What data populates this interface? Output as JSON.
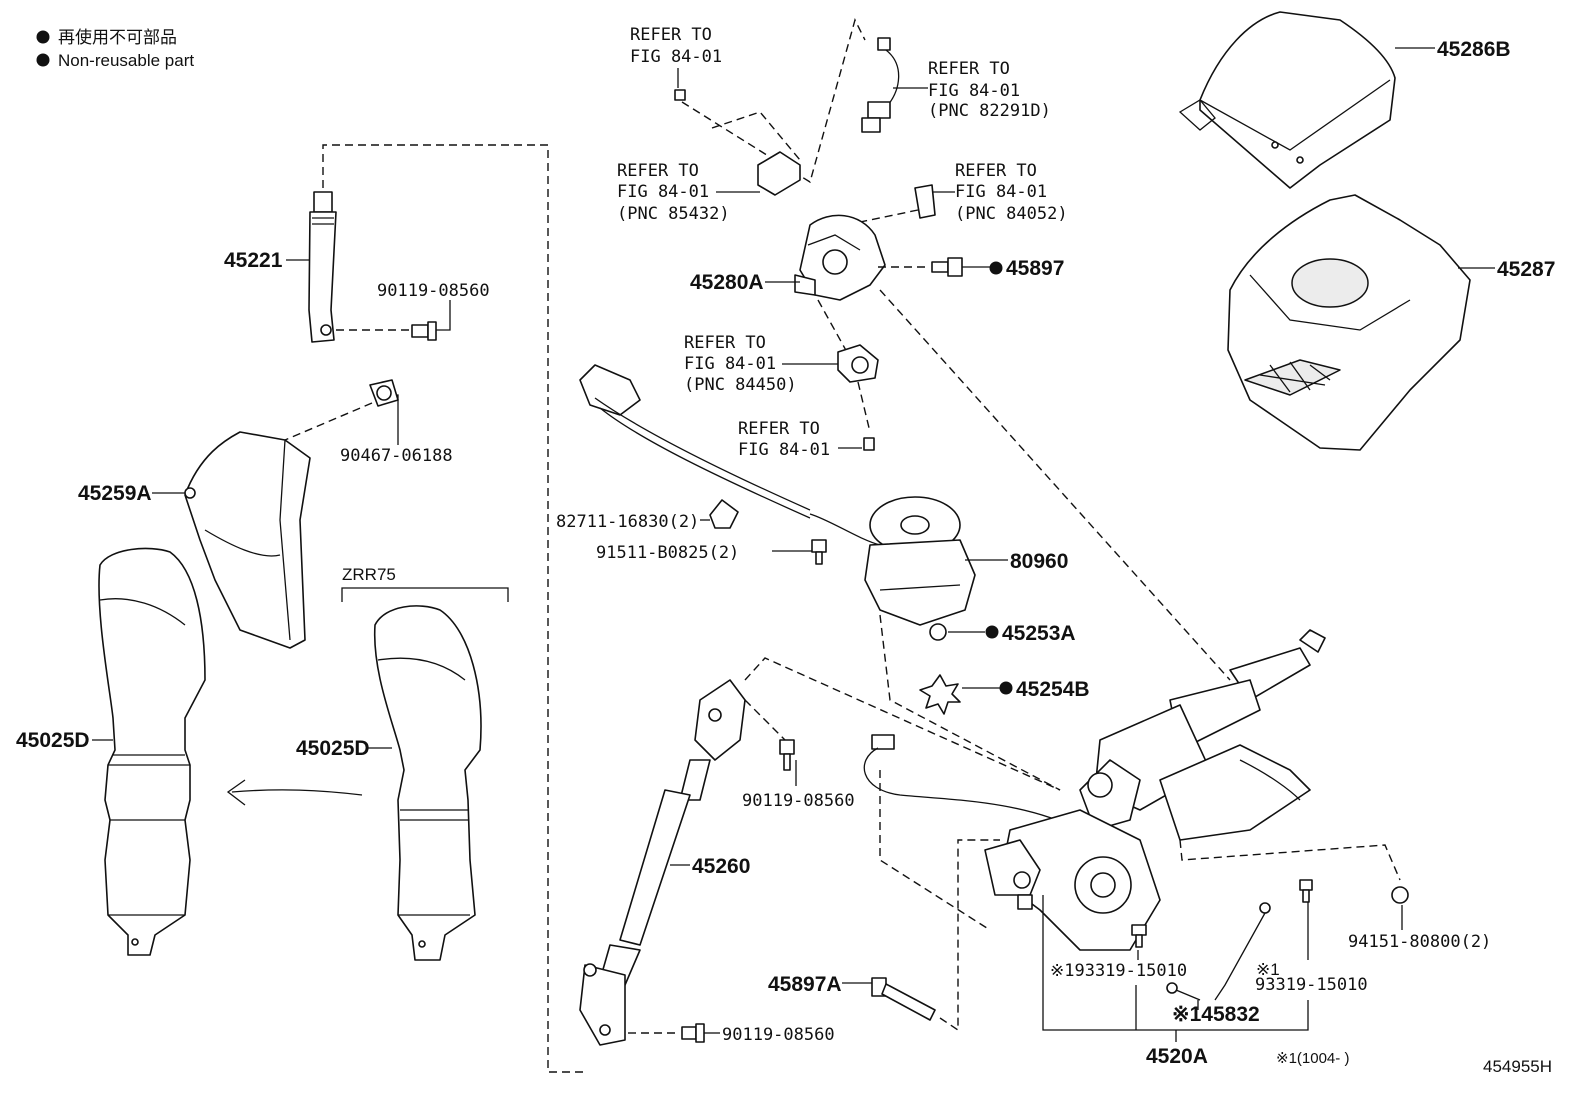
{
  "legend": {
    "line1": "再使用不可部品",
    "line2": "Non-reusable part"
  },
  "variant_label": "ZRR75",
  "refer": {
    "top_label": [
      "REFER TO",
      "FIG 84-01"
    ],
    "pnc82291d": [
      "REFER TO",
      "FIG 84-01",
      "(PNC 82291D)"
    ],
    "pnc85432": [
      "REFER TO",
      "FIG 84-01",
      "(PNC 85432)"
    ],
    "pnc84052": [
      "REFER TO",
      "FIG 84-01",
      "(PNC 84052)"
    ],
    "pnc84450": [
      "REFER TO",
      "FIG 84-01",
      "(PNC 84450)"
    ],
    "screw": [
      "REFER TO",
      "FIG 84-01"
    ]
  },
  "parts": {
    "p45286B": "45286B",
    "p45287": "45287",
    "p45221": "45221",
    "p90119_top": "90119-08560",
    "p90467": "90467-06188",
    "p45259A": "45259A",
    "p45025D_left": "45025D",
    "p45025D_right": "45025D",
    "p45280A": "45280A",
    "p45897": "45897",
    "p82711": "82711-16830(2)",
    "p91511": "91511-B0825(2)",
    "p80960": "80960",
    "p45253A": "45253A",
    "p45254B": "45254B",
    "p90119_mid": "90119-08560",
    "p45260": "45260",
    "p45897A": "45897A",
    "p90119_bottom": "90119-08560",
    "p93319_a": "※193319-15010",
    "p93319_b_mark": "※1",
    "p93319_b": "93319-15010",
    "p45832": "※145832",
    "p94151": "94151-80800(2)",
    "p4520A": "4520A"
  },
  "footnote": "※1(1004-    )",
  "diagram_id": "454955H"
}
